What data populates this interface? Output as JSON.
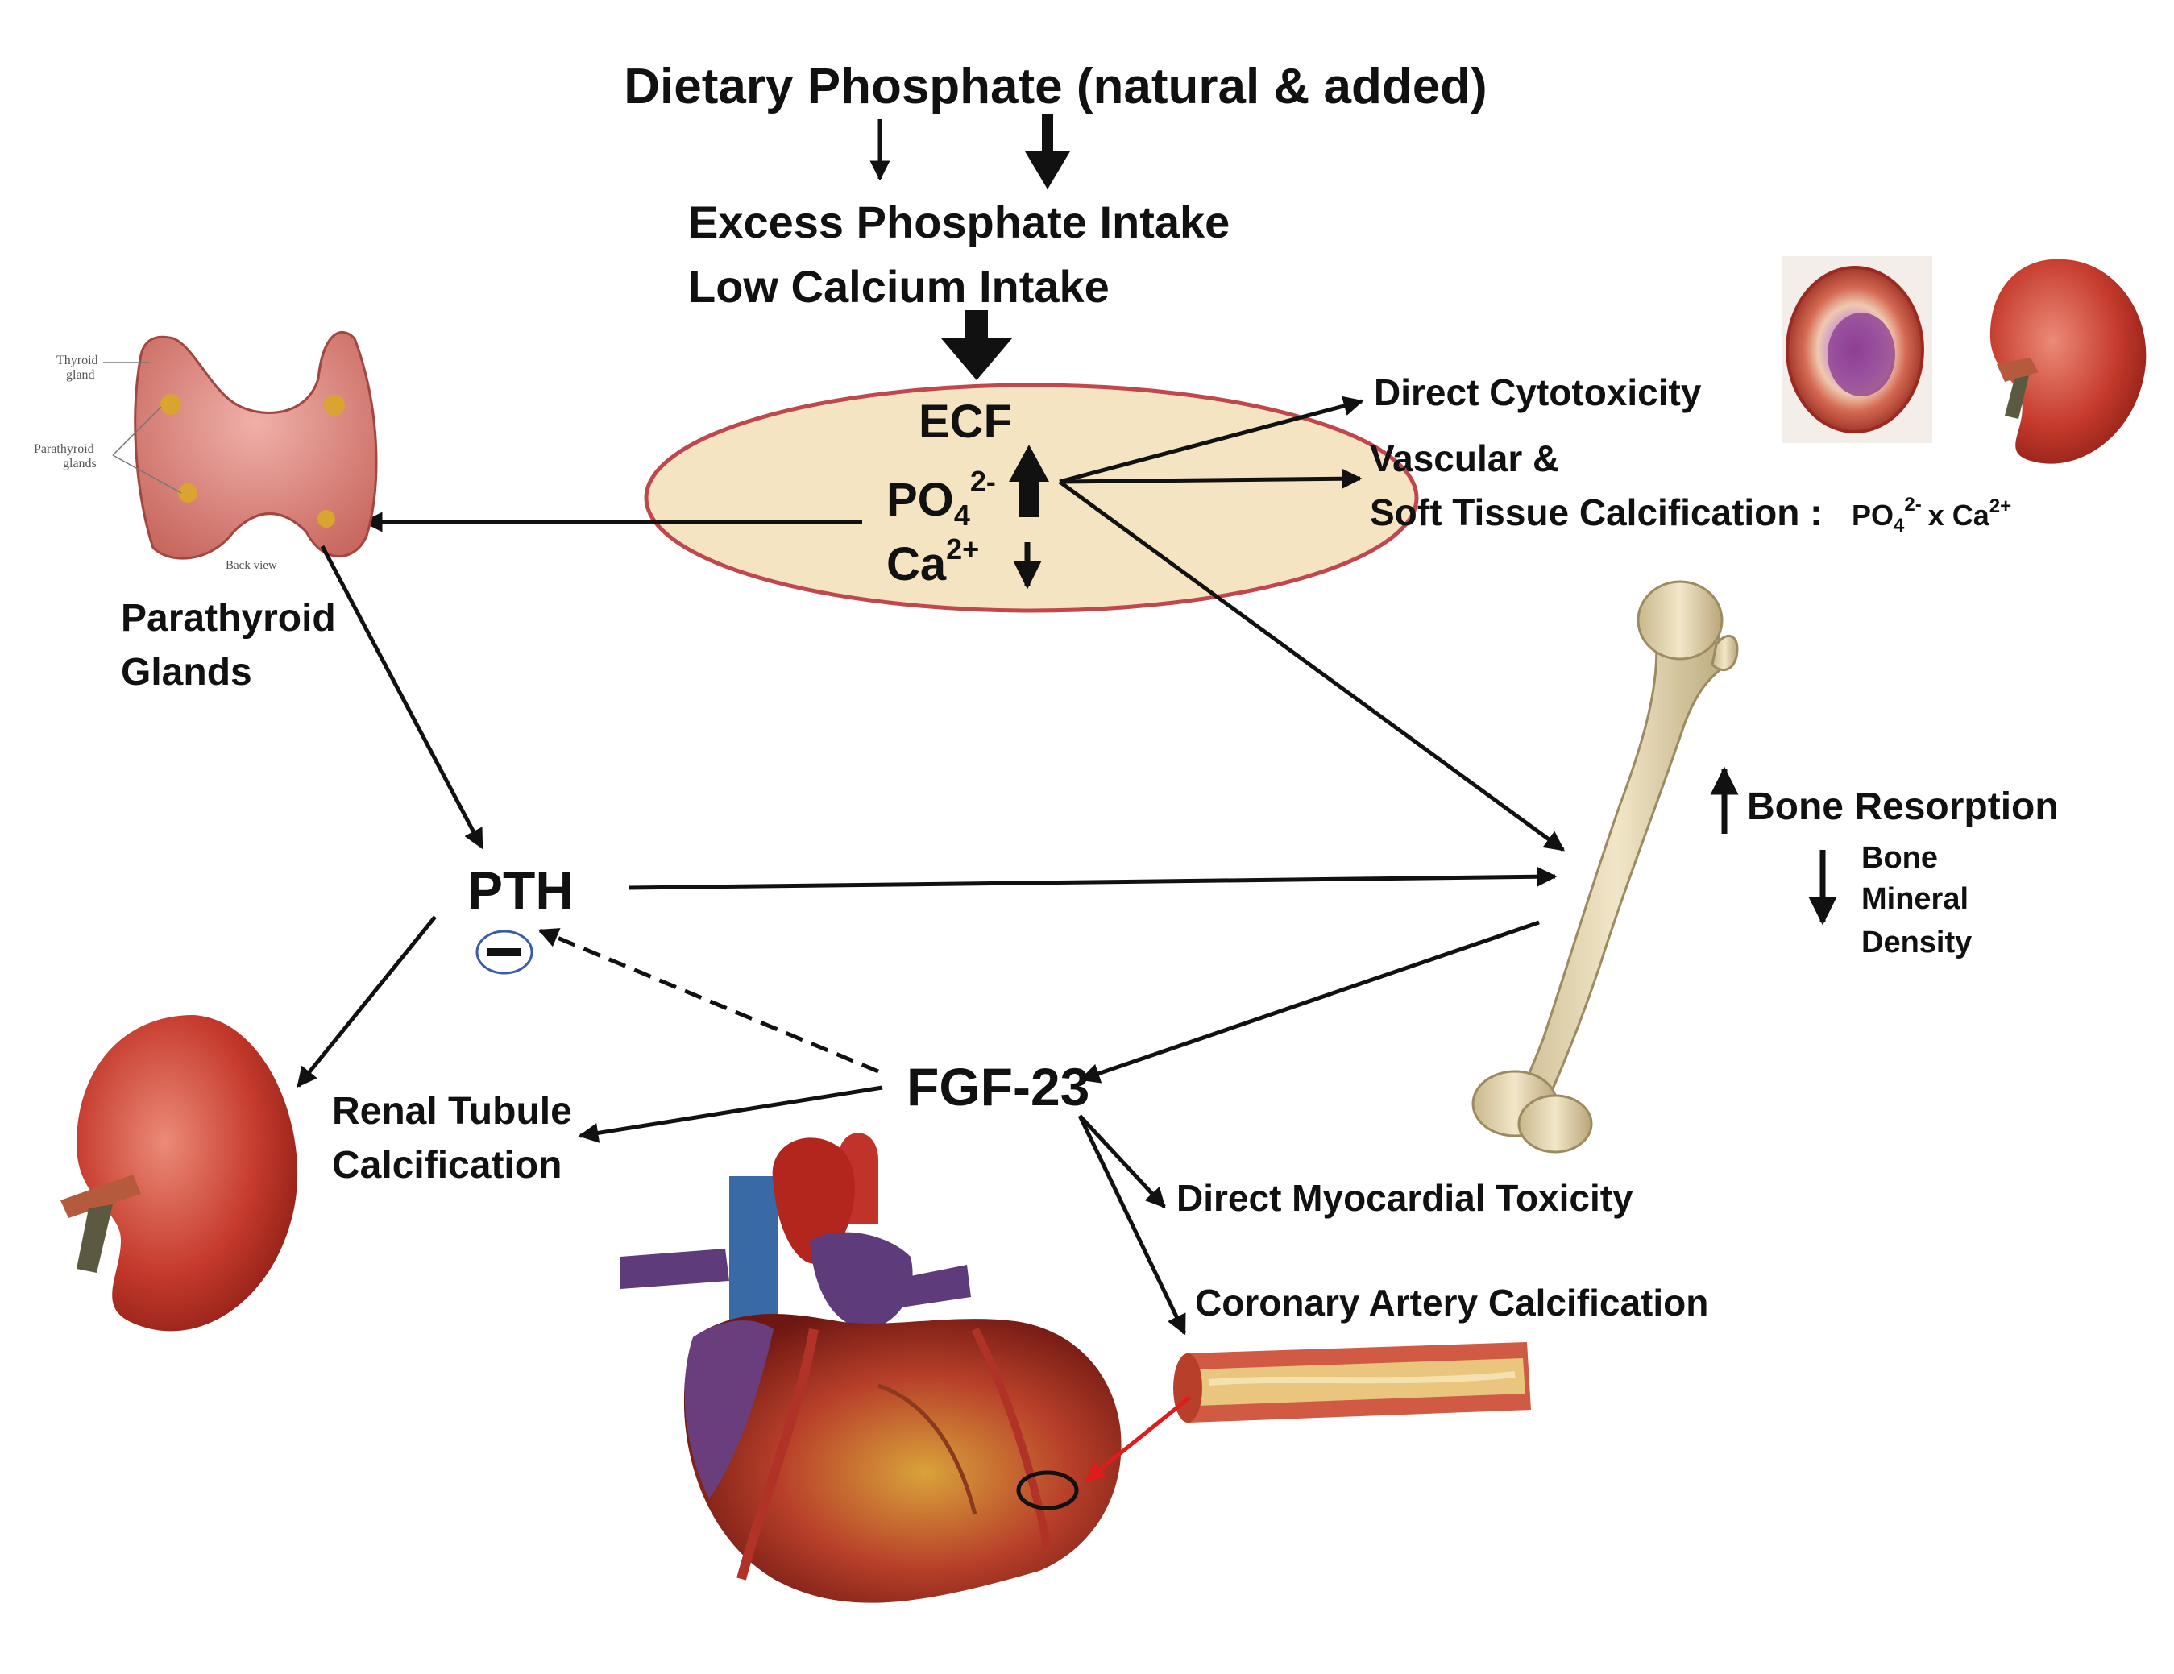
{
  "diagram": {
    "title": "Dietary Phosphate (natural & added)",
    "intake": {
      "line1": "Excess Phosphate Intake",
      "line2": "Low Calcium Intake"
    },
    "ecf": {
      "label": "ECF",
      "phosphate": "PO",
      "phosphate_sub": "4",
      "phosphate_sup": "2-",
      "calcium": "Ca",
      "calcium_sup": "2+"
    },
    "effects": {
      "cytotoxicity": "Direct Cytotoxicity",
      "vascular_line1": "Vascular &",
      "vascular_line2": "Soft Tissue Calcification :",
      "product_po": "PO",
      "product_sub": "4",
      "product_sup1": "2-",
      "product_x": "x Ca",
      "product_sup2": "2+"
    },
    "parathyroid": {
      "label_line1": "Parathyroid",
      "label_line2": "Glands",
      "annotation_thyroid_1": "Thyroid",
      "annotation_thyroid_2": "gland",
      "annotation_para_1": "Parathyroid",
      "annotation_para_2": "glands",
      "annotation_back": "Back view"
    },
    "pth": {
      "label": "PTH",
      "inhibition_symbol": "−"
    },
    "bone": {
      "resorption": "Bone Resorption",
      "density_line1": "Bone",
      "density_line2": "Mineral",
      "density_line3": "Density"
    },
    "fgf23": {
      "label": "FGF-23"
    },
    "renal": {
      "line1": "Renal Tubule",
      "line2": "Calcification"
    },
    "heart": {
      "myocardial": "Direct Myocardial Toxicity",
      "coronary": "Coronary Artery Calcification"
    },
    "colors": {
      "arrow": "#111111",
      "ecf_fill": "#f4e4c1",
      "ecf_stroke": "#c0474d",
      "pointer_red": "#e01b1b",
      "kidney": "#c53a2c",
      "bone": "#e6d6ae",
      "thyroid": "#d98a84",
      "heart": "#b3261e"
    }
  }
}
